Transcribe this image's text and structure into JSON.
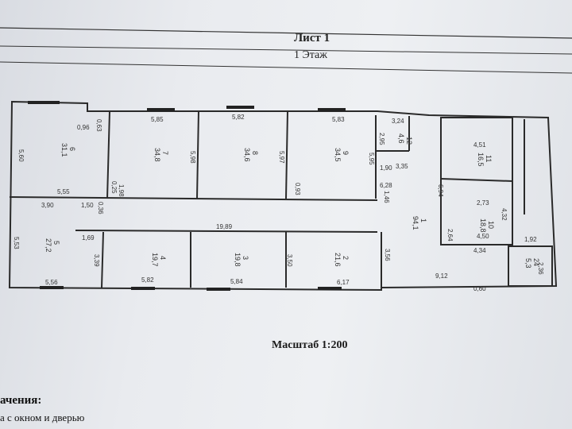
{
  "sheet": {
    "title": "Лист 1",
    "floor": "1 Этаж"
  },
  "scale": "Масштаб 1:200",
  "legend": {
    "heading": "ачения:",
    "item": "а с окном и дверью"
  },
  "rooms": [
    {
      "number": "6",
      "area": "31,1"
    },
    {
      "number": "7",
      "area": "34,8"
    },
    {
      "number": "8",
      "area": "34,6"
    },
    {
      "number": "9",
      "area": "34,5"
    },
    {
      "number": "5",
      "area": "27,2"
    },
    {
      "number": "4",
      "area": "19,7"
    },
    {
      "number": "3",
      "area": "19,8"
    },
    {
      "number": "2",
      "area": "21,6"
    },
    {
      "number": "1",
      "area": "94,1"
    },
    {
      "number": "24",
      "area": "5,3"
    },
    {
      "number": "10",
      "area": "18,8"
    },
    {
      "number": "11",
      "area": "16,5"
    },
    {
      "number": "12",
      "area": "4,6"
    }
  ],
  "dimensions": {
    "d_0_96": "0,96",
    "d_0_63": "0,63",
    "d_5_85": "5,85",
    "d_5_82a": "5,82",
    "d_5_83": "5,83",
    "d_3_24": "3,24",
    "d_4_51": "4,51",
    "d_5_60": "5,60",
    "d_5_98": "5,98",
    "d_5_97": "5,97",
    "d_5_95": "5,95",
    "d_2_95": "2,95",
    "d_1_90": "1,90",
    "d_3_35": "3,35",
    "d_0_25": "0,25",
    "d_6_94": "6,94",
    "d_5_55": "5,55",
    "d_3_90": "3,90",
    "d_1_50": "1,50",
    "d_0_36": "0,36",
    "d_19_89": "19,89",
    "d_1_69": "1,69",
    "d_5_53": "5,53",
    "d_3_39": "3,39",
    "d_3_50": "3,50",
    "d_3_56": "3,56",
    "d_5_56": "5,56",
    "d_5_82b": "5,82",
    "d_5_84": "5,84",
    "d_6_17": "6,17",
    "d_9_12": "9,12",
    "d_0_60": "0,60",
    "d_4_50": "4,50",
    "d_4_34": "4,34",
    "d_2_36": "2,36",
    "d_1_92": "1,92",
    "d_2_73": "2,73",
    "d_4_32": "4,32",
    "d_2_64": "2,64",
    "d_0_93": "0,93",
    "d_1_98": "1,98",
    "d_6_28": "6,28",
    "d_1_46": "1,46"
  },
  "colors": {
    "ink": "#2a2a2a",
    "paper": "#e9ebef"
  }
}
